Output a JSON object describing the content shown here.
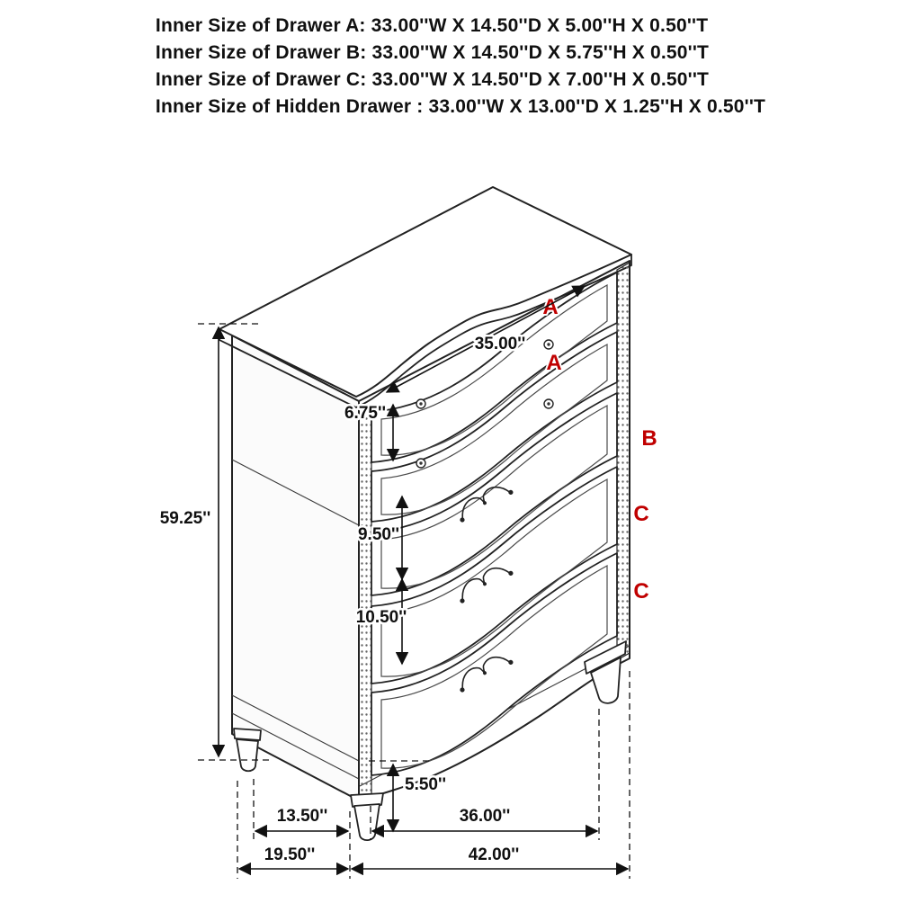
{
  "header": {
    "lines": [
      "Inner Size of Drawer A: 33.00''W X 14.50''D X 5.00''H X 0.50''T",
      "Inner Size of Drawer B: 33.00''W X 14.50''D X 5.75''H X 0.50''T",
      "Inner Size of Drawer C: 33.00''W X 14.50''D X 7.00''H X 0.50''T",
      "Inner Size of Hidden Drawer : 33.00''W X 13.00''D X 1.25''H X 0.50''T"
    ]
  },
  "diagram": {
    "drawer_labels": {
      "a1": "A",
      "a2": "A",
      "b": "B",
      "c1": "C",
      "c2": "C"
    },
    "dims": {
      "top_drawer_width": "35.00''",
      "top_drawer_height": "6.75''",
      "overall_height": "59.25''",
      "drawer_c_height": "9.50''",
      "bottom_drawer_height": "10.50''",
      "leg_height": "5.50''",
      "side_depth": "13.50''",
      "front_width": "36.00''",
      "overall_depth": "19.50''",
      "overall_width": "42.00''"
    },
    "label_color": "#C00000",
    "line_color": "#1a1a1a"
  }
}
